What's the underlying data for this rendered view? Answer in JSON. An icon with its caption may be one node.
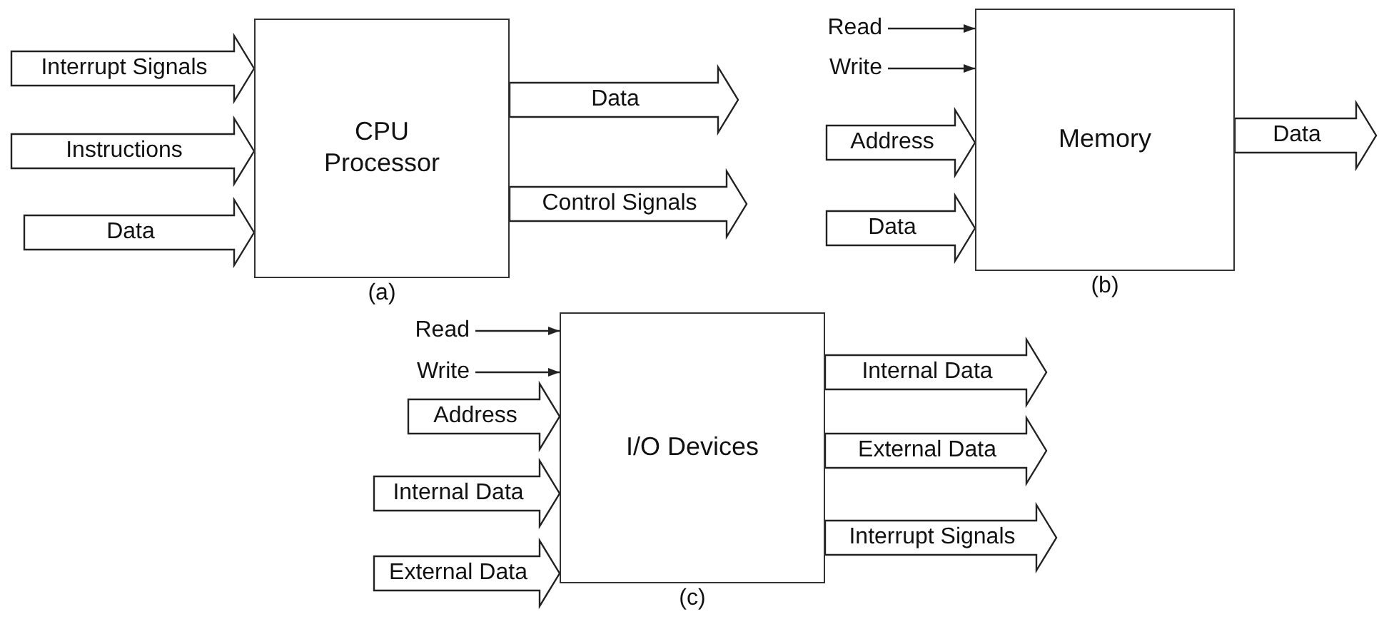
{
  "diagram": {
    "nodes": [
      {
        "text": [
          "CPU Processor"
        ],
        "beside": [
          "(a)"
        ]
      },
      {
        "text": [
          "Memory"
        ],
        "beside": [
          "(b)"
        ]
      },
      {
        "text": [
          "I/O Devices"
        ],
        "beside": [
          "(c)"
        ]
      }
    ],
    "edges": [
      {
        "from": null,
        "to": 0,
        "arrow": "to",
        "label": "Interrupt Signals",
        "style": "thick"
      },
      {
        "from": null,
        "to": 0,
        "arrow": "to",
        "label": "Instructions",
        "style": "thick"
      },
      {
        "from": null,
        "to": 0,
        "arrow": "to",
        "label": "Data",
        "style": "thick"
      },
      {
        "from": 0,
        "to": null,
        "arrow": "to",
        "label": "Data",
        "style": "thick"
      },
      {
        "from": 0,
        "to": null,
        "arrow": "to",
        "label": "Control Signals",
        "style": "thick"
      },
      {
        "from": null,
        "to": 1,
        "arrow": "to",
        "label": "Read"
      },
      {
        "from": null,
        "to": 1,
        "arrow": "to",
        "label": "Write"
      },
      {
        "from": null,
        "to": 1,
        "arrow": "to",
        "label": "Address",
        "style": "thick"
      },
      {
        "from": null,
        "to": 1,
        "arrow": "to",
        "label": "Data",
        "style": "thick"
      },
      {
        "from": 1,
        "to": null,
        "arrow": "to",
        "label": "Data",
        "style": "thick"
      },
      {
        "from": null,
        "to": 2,
        "arrow": "to",
        "label": "Read"
      },
      {
        "from": null,
        "to": 2,
        "arrow": "to",
        "label": "Write"
      },
      {
        "from": null,
        "to": 2,
        "arrow": "to",
        "label": "Address",
        "style": "thick"
      },
      {
        "from": null,
        "to": 2,
        "arrow": "to",
        "label": "Internal Data",
        "style": "thick"
      },
      {
        "from": null,
        "to": 2,
        "arrow": "to",
        "label": "External Data",
        "style": "thick"
      },
      {
        "from": 2,
        "to": null,
        "arrow": "to",
        "label": "Internal Data",
        "style": "thick"
      },
      {
        "from": 2,
        "to": null,
        "arrow": "to",
        "label": "External Data",
        "style": "thick"
      },
      {
        "from": 2,
        "to": null,
        "arrow": "to",
        "label": "Interrupt Signals",
        "style": "thick"
      }
    ]
  }
}
